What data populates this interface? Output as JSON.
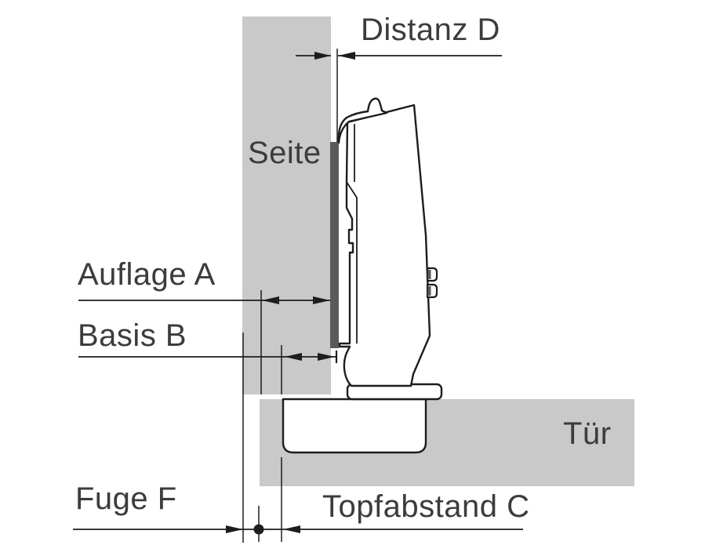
{
  "diagram": {
    "type": "technical-drawing",
    "subject": "concealed-cabinet-hinge-cross-section",
    "labels": {
      "distance_d": "Distanz D",
      "side": "Seite",
      "overlay_a": "Auflage A",
      "base_b": "Basis B",
      "gap_f": "Fuge F",
      "cup_distance_c": "Topfabstand C",
      "door": "Tür"
    },
    "colors": {
      "panel_fill": "#c9c9c9",
      "mounting_plate_fill": "#5a5a5c",
      "line": "#1d1d1b",
      "label_text": "#3c3c3b",
      "background": "#ffffff"
    }
  }
}
